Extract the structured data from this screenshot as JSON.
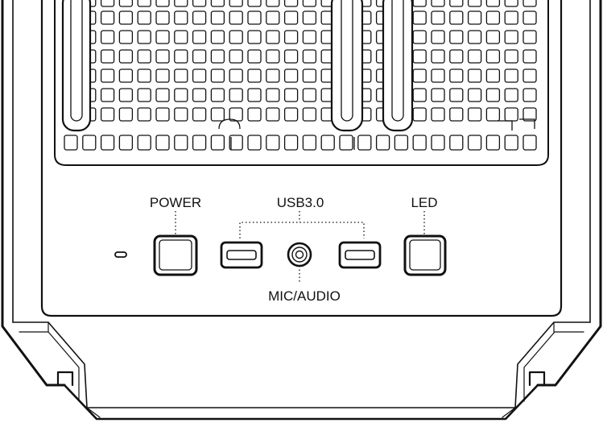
{
  "labels": {
    "power": "POWER",
    "usb": "USB3.0",
    "led": "LED",
    "mic_audio": "MIC/AUDIO"
  },
  "colors": {
    "stroke": "#111111",
    "background": "#ffffff"
  },
  "icons": {
    "power_led": "pill-indicator-icon",
    "usb_port": "usb-a-port-icon",
    "audio_jack": "audio-jack-icon"
  }
}
